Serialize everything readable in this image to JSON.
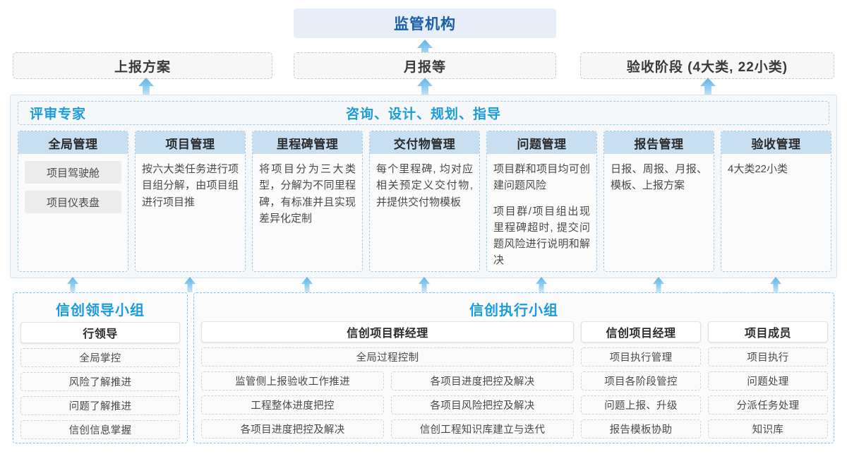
{
  "top": {
    "regulator": "监管机构",
    "deliverables": [
      {
        "label": "上报方案"
      },
      {
        "label": "月报等"
      },
      {
        "label": "验收阶段 (4大类, 22小类)"
      }
    ]
  },
  "middle": {
    "left_title": "评审专家",
    "center_title": "咨询、设计、规划、指导",
    "columns": [
      {
        "head": "全局管理",
        "chips": [
          "项目驾驶舱",
          "项目仪表盘"
        ],
        "paragraphs": []
      },
      {
        "head": "项目管理",
        "chips": [],
        "paragraphs": [
          "按六大类任务进行项目组分解，由项目组进行项目推"
        ]
      },
      {
        "head": "里程碑管理",
        "chips": [],
        "paragraphs": [
          "将项目分为三大类型，分解为不同里程碑，有标准并且实现差异化定制"
        ]
      },
      {
        "head": "交付物管理",
        "chips": [],
        "paragraphs": [
          "每个里程碑, 均对应相关预定义交付物, 并提供交付物模板"
        ]
      },
      {
        "head": "问题管理",
        "chips": [],
        "paragraphs": [
          "项目群和项目均可创建问题风险",
          "项目群/项目组出现里程碑超时, 提交问题风险进行说明和解决"
        ]
      },
      {
        "head": "报告管理",
        "chips": [],
        "paragraphs": [
          "日报、周报、月报、模板、上报方案"
        ]
      },
      {
        "head": "验收管理",
        "chips": [],
        "paragraphs": [
          "4大类22小类"
        ]
      }
    ]
  },
  "bottom": {
    "leading_group": {
      "title": "信创领导小组",
      "role": "行领导",
      "tasks": [
        "全局掌控",
        "风险了解推进",
        "问题了解推进",
        "信创信息掌握"
      ]
    },
    "execution_group": {
      "title": "信创执行小组",
      "program_manager": {
        "role": "信创项目群经理",
        "wide_task": "全局过程控制",
        "left_tasks": [
          "监管侧上报验收工作推进",
          "工程整体进度把控",
          "各项目进度把控及解决"
        ],
        "right_tasks": [
          "各项目进度把控及解决",
          "各项目风险把控及解决",
          "信创工程知识库建立与迭代"
        ]
      },
      "project_manager": {
        "role": "信创项目经理",
        "tasks": [
          "项目执行管理",
          "项目各阶段管控",
          "问题上报、升级",
          "报告模板协助"
        ]
      },
      "project_member": {
        "role": "项目成员",
        "tasks": [
          "项目执行",
          "问题处理",
          "分派任务处理",
          "知识库"
        ]
      }
    }
  },
  "colors": {
    "accent_blue": "#1a9cdc",
    "deep_blue": "#1b5ea8",
    "header_fill": "#c7dff0",
    "top_fill": "#e8eef7",
    "arrow_top": "#5fb4e8"
  }
}
